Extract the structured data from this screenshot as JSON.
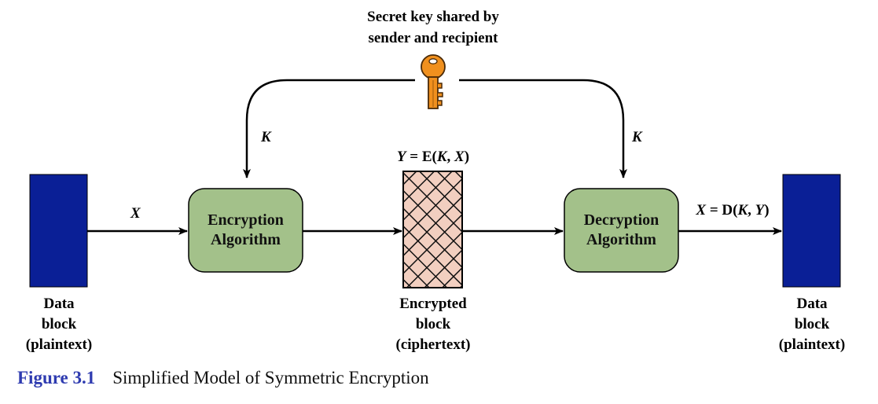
{
  "key": {
    "label_line1": "Secret key shared by",
    "label_line2": "sender and recipient"
  },
  "k_left": "K",
  "k_right": "K",
  "x_label": "X",
  "y_formula": {
    "y": "Y",
    "eq": " = E(",
    "k": "K",
    "comma": ", ",
    "x": "X",
    "close": ")"
  },
  "x_formula": {
    "x": "X",
    "eq": " = D(",
    "k": "K",
    "comma": ", ",
    "y": "Y",
    "close": ")"
  },
  "encryption": {
    "line1": "Encryption",
    "line2": "Algorithm"
  },
  "decryption": {
    "line1": "Decryption",
    "line2": "Algorithm"
  },
  "plaintext_left": {
    "line1": "Data",
    "line2": "block",
    "line3": "(plaintext)"
  },
  "ciphertext": {
    "line1": "Encrypted",
    "line2": "block",
    "line3": "(ciphertext)"
  },
  "plaintext_right": {
    "line1": "Data",
    "line2": "block",
    "line3": "(plaintext)"
  },
  "caption": {
    "number": "Figure 3.1",
    "text": "Simplified Model of Symmetric Encryption"
  },
  "colors": {
    "data_block": "#0a1f96",
    "algorithm_box": "#a3c18a",
    "cipher_fill": "#f2cfc0",
    "key_orange": "#f0901e",
    "caption_blue": "#2e3bb0"
  },
  "icons": {
    "key": "key-icon"
  }
}
